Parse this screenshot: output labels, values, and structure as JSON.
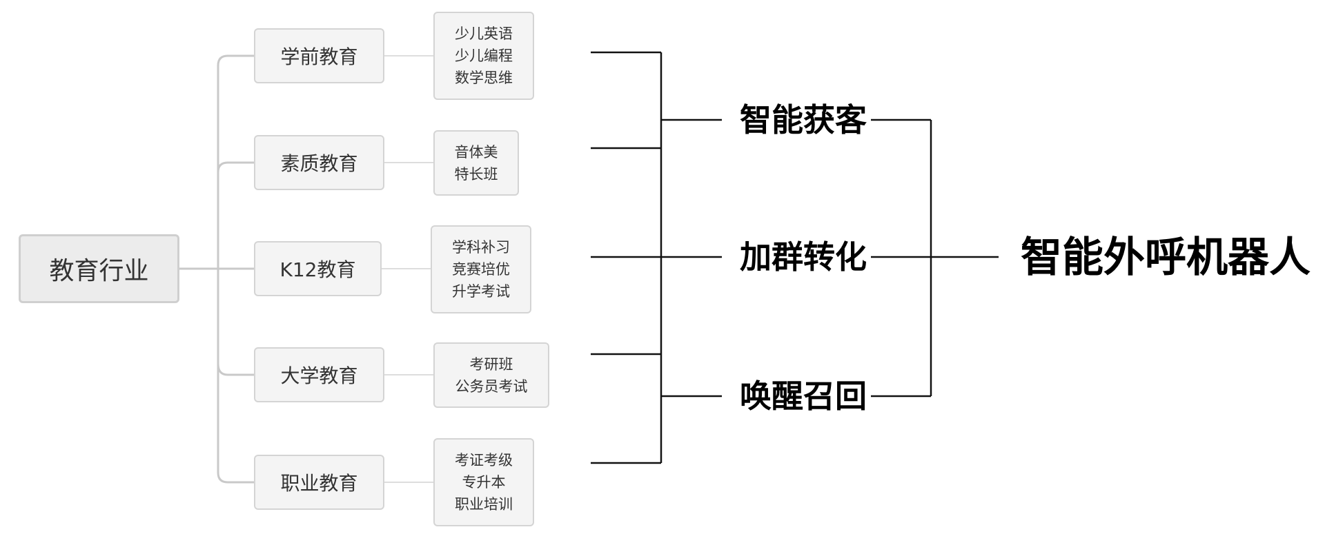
{
  "root": {
    "label": "教育行业"
  },
  "categories": [
    {
      "label": "学前教育",
      "items": [
        "少儿英语",
        "少儿编程",
        "数学思维"
      ]
    },
    {
      "label": "素质教育",
      "items": [
        "音体美",
        "特长班"
      ]
    },
    {
      "label": "K12教育",
      "items": [
        "学科补习",
        "竞赛培优",
        "升学考试"
      ]
    },
    {
      "label": "大学教育",
      "items": [
        "考研班",
        "公务员考试"
      ]
    },
    {
      "label": "职业教育",
      "items": [
        "考证考级",
        "专升本",
        "职业培训"
      ]
    }
  ],
  "stages": [
    "智能获客",
    "加群转化",
    "唤醒召回"
  ],
  "product": "智能外呼机器人"
}
